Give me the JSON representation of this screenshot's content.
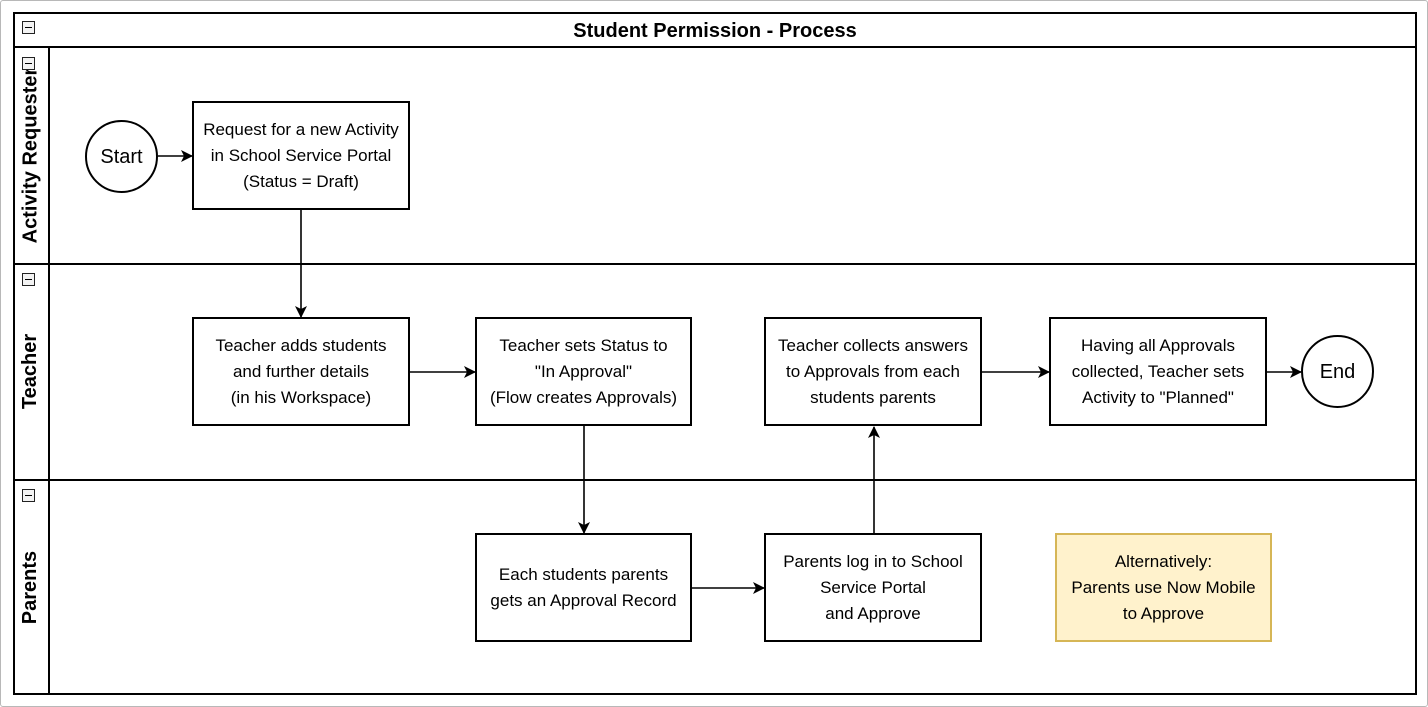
{
  "pool": {
    "title": "Student Permission - Process"
  },
  "lanes": [
    {
      "id": "activity-requester",
      "label": "Activity Requester"
    },
    {
      "id": "teacher",
      "label": "Teacher"
    },
    {
      "id": "parents",
      "label": "Parents"
    }
  ],
  "nodes": {
    "start": "Start",
    "request": "Request for a new Activity\nin School Service Portal\n(Status = Draft)",
    "teacher_adds": "Teacher adds students\nand further details\n(in his Workspace)",
    "teacher_sets_status": "Teacher sets Status to\n\"In Approval\"\n(Flow creates Approvals)",
    "teacher_collects": "Teacher collects answers\nto Approvals from each\nstudents parents",
    "having_all": "Having all Approvals\ncollected, Teacher sets\nActivity to \"Planned\"",
    "end": "End",
    "each_parents": "Each students parents\ngets an Approval Record",
    "parents_login": "Parents log in to School\nService Portal\nand Approve",
    "alternatively": "Alternatively:\nParents use Now Mobile\nto Approve"
  },
  "colors": {
    "line": "#000000",
    "note_fill": "#fff2cc",
    "note_border": "#d6b656"
  }
}
